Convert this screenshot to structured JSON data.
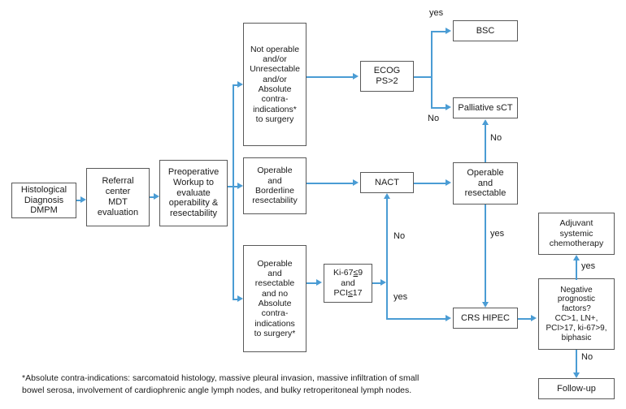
{
  "diagram": {
    "title": "DMPM treatment algorithm flowchart",
    "accent_color": "#4a9cd4",
    "border_color": "#595959",
    "text_color": "#1a1a1a",
    "background": "#ffffff"
  },
  "nodes": {
    "histological_diagnosis": "Histological\nDiagnosis\nDMPM",
    "referral_center": "Referral\ncenter\nMDT\nevaluation",
    "preoperative_workup": "Preoperative\nWorkup to\nevaluate\noperability &\nresectability",
    "not_operable": "Not operable\nand/or\nUnresectable\nand/or\nAbsolute\ncontra-\nindications*\nto surgery",
    "operable_borderline": "Operable\nand\nBorderline\nresectability",
    "operable_resectable_no_contra": "Operable\nand\nresectable\nand no\nAbsolute\ncontra-\nindications\nto surgery*",
    "ecog": "ECOG\nPS>2",
    "bsc": "BSC",
    "palliative_sct": "Palliative sCT",
    "nact": "NACT",
    "operable_and_resectable": "Operable\nand\nresectable",
    "crs_hipec": "CRS HIPEC",
    "adjuvant_chemo": "Adjuvant\nsystemic\nchemotherapy",
    "follow_up": "Follow-up"
  },
  "ki67_node": {
    "line1_pre": "Ki-67",
    "line1_op": "≤",
    "line1_post": "9",
    "line2": "and",
    "line3_pre": "PCI",
    "line3_op": "≤",
    "line3_post": "17"
  },
  "prognostic_node": {
    "line1": "Negative",
    "line2": "prognostic",
    "line3": "factors?",
    "line4": "CC>1, LN+,",
    "line5": "PCI>17, ki-67>9,",
    "line6": "biphasic"
  },
  "edge_labels": {
    "ecog_yes": "yes",
    "ecog_no": "No",
    "operable_resectable_no": "No",
    "operable_resectable_yes": "yes",
    "ki67_no": "No",
    "ki67_yes": "yes",
    "prognostic_yes": "yes",
    "prognostic_no": "No"
  },
  "footnote": {
    "text": "*Absolute contra-indications: sarcomatoid histology, massive pleural invasion, massive infiltration of small\nbowel serosa, involvement of cardiophrenic angle lymph nodes, and bulky retroperitoneal lymph nodes."
  }
}
